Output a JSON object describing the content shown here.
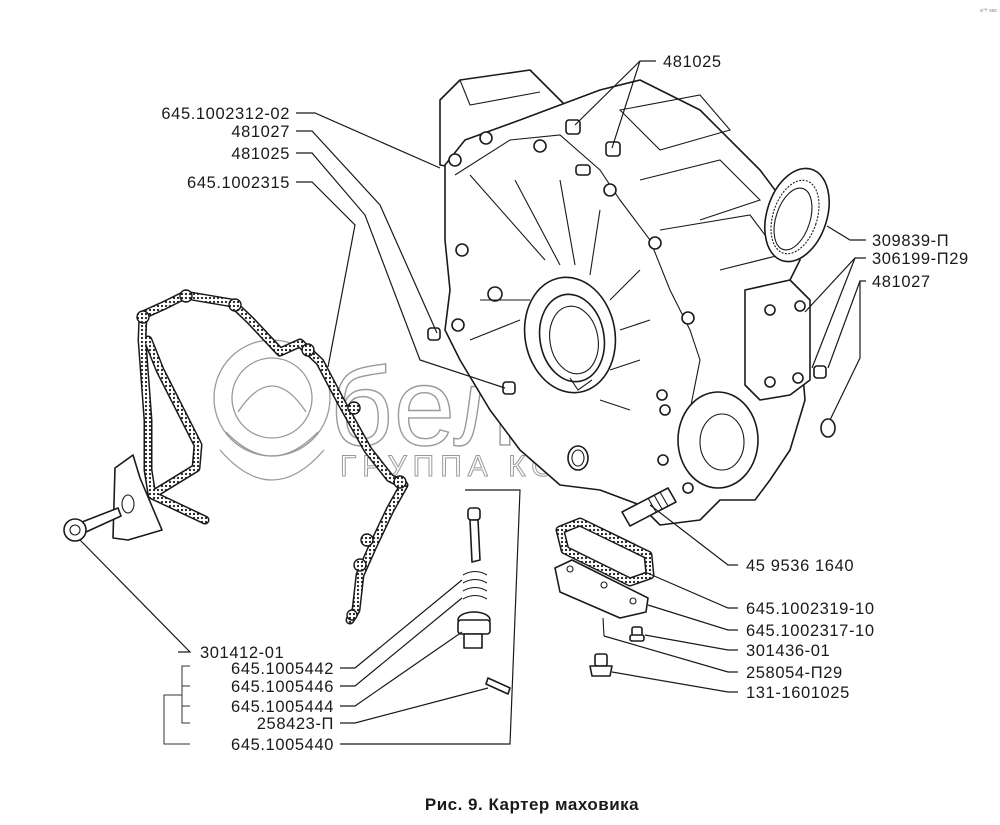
{
  "figure": {
    "caption": "Рис. 9. Картер маховика",
    "corner_mark": "a™ sss"
  },
  "watermark": {
    "brand": "белАгро",
    "subtitle": "ГРУППА КОМПАНИЙ",
    "logo_icon": "belagro-logo-icon"
  },
  "labels": {
    "top_left": [
      "645.1002312-02",
      "481027",
      "481025",
      "645.1002315"
    ],
    "top_right": [
      "481025"
    ],
    "right": [
      "309839-П",
      "306199-П29",
      "481027"
    ],
    "bottom_right": [
      "45 9536 1640",
      "645.1002319-10",
      "645.1002317-10",
      "301436-01",
      "258054-П29",
      "131-1601025"
    ],
    "bottom_left": [
      "301412-01",
      "645.1005442",
      "645.1005446",
      "645.1005444",
      "258423-П",
      "645.1005440"
    ]
  },
  "parts": {
    "housing": "flywheel-housing",
    "front_gasket": "front-cover-gasket",
    "bracket_bolt": "bracket-bolt",
    "valve_assembly": "breather-valve-assembly",
    "hatch_gasket": "hatch-cover-gasket",
    "hatch_cover": "hatch-cover",
    "stud": "stud",
    "oil_seal": "crankshaft-oil-seal",
    "bearing_seal": "bearing-seal-ring"
  }
}
